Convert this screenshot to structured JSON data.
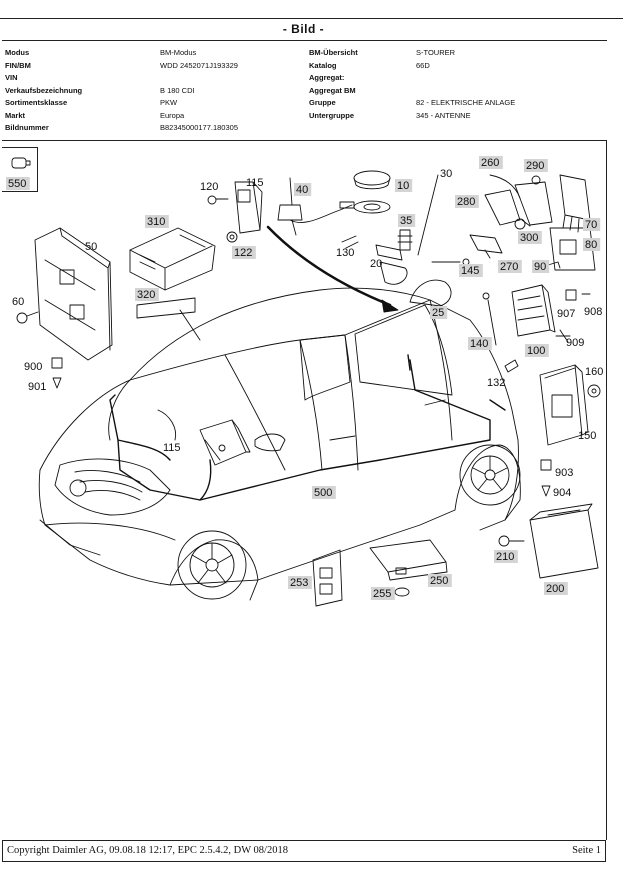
{
  "page_title": "- Bild -",
  "header": {
    "left_labels": [
      "Modus",
      "FIN/BM",
      "VIN",
      "Verkaufsbezeichnung",
      "Sortimentsklasse",
      "Markt",
      "Bildnummer"
    ],
    "left_values": [
      "BM-Modus",
      "WDD  2452071J193329",
      "",
      "B 180 CDI",
      "PKW",
      "Europa",
      "B82345000177.180305"
    ],
    "right_labels": [
      "BM-Übersicht",
      "Katalog",
      "Aggregat:",
      "Aggregat BM",
      "Gruppe",
      "Untergruppe"
    ],
    "right_values": [
      "S-TOURER",
      "66D",
      "",
      "",
      "82 - ELEKTRISCHE ANLAGE",
      "345 -  ANTENNE"
    ]
  },
  "callouts": [
    "550",
    "120",
    "115",
    "40",
    "10",
    "30",
    "260",
    "290",
    "310",
    "50",
    "130",
    "35",
    "280",
    "70",
    "300",
    "80",
    "122",
    "20",
    "145",
    "270",
    "90",
    "60",
    "320",
    "25",
    "907",
    "908",
    "909",
    "100",
    "140",
    "900",
    "901",
    "132",
    "160",
    "150",
    "115",
    "500",
    "903",
    "904",
    "210",
    "200",
    "253",
    "250",
    "255"
  ],
  "footer": {
    "copyright": "Copyright Daimler AG, 09.08.18 12:17, EPC 2.5.4.2, DW 08/2018",
    "page": "Seite 1"
  }
}
